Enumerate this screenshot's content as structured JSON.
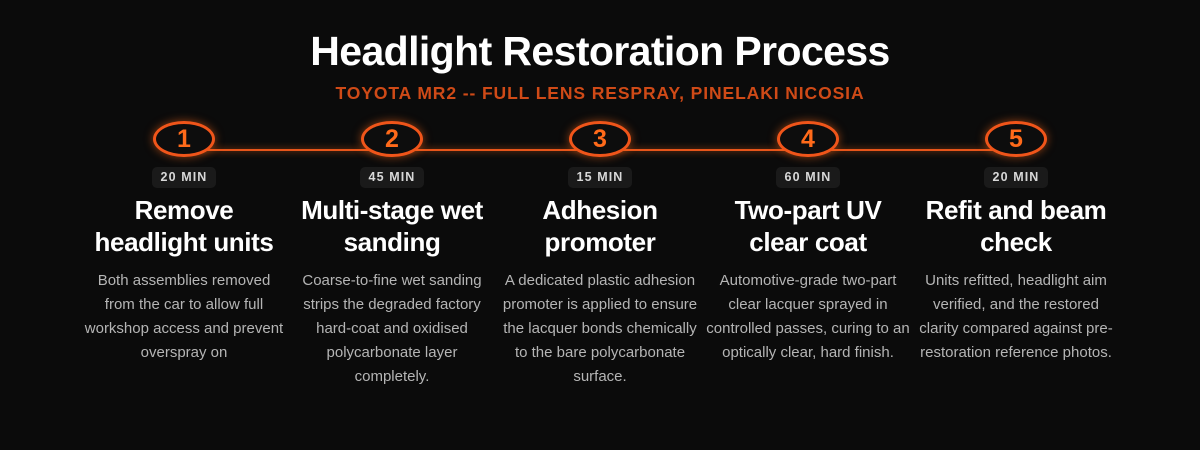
{
  "header": {
    "title": "Headlight Restoration Process",
    "subtitle": "TOYOTA MR2 -- FULL LENS RESPRAY, PINELAKI NICOSIA"
  },
  "theme": {
    "background": "#0b0b0b",
    "accent": "#ff6a1a",
    "rail": "#e8551a",
    "subtitle_color": "#cf4a17",
    "heading_color": "#ffffff",
    "body_color": "#b5b5b5",
    "badge_background": "#1a1a1a",
    "badge_color": "#d8d8d8"
  },
  "steps": [
    {
      "number": "1",
      "duration": "20 MIN",
      "heading": "Remove headlight units",
      "body": "Both assemblies removed from the car to allow full workshop access and prevent overspray on"
    },
    {
      "number": "2",
      "duration": "45 MIN",
      "heading": "Multi-stage wet sanding",
      "body": "Coarse-to-fine wet sanding strips the degraded factory hard-coat and oxidised polycarbonate layer completely."
    },
    {
      "number": "3",
      "duration": "15 MIN",
      "heading": "Adhesion promoter",
      "body": "A dedicated plastic adhesion promoter is applied to ensure the lacquer bonds chemically to the bare polycarbonate surface."
    },
    {
      "number": "4",
      "duration": "60 MIN",
      "heading": "Two-part UV clear coat",
      "body": "Automotive-grade two-part clear lacquer sprayed in controlled passes, curing to an optically clear, hard finish."
    },
    {
      "number": "5",
      "duration": "20 MIN",
      "heading": "Refit and beam check",
      "body": "Units refitted, headlight aim verified, and the restored clarity compared against pre-restoration reference photos."
    }
  ]
}
